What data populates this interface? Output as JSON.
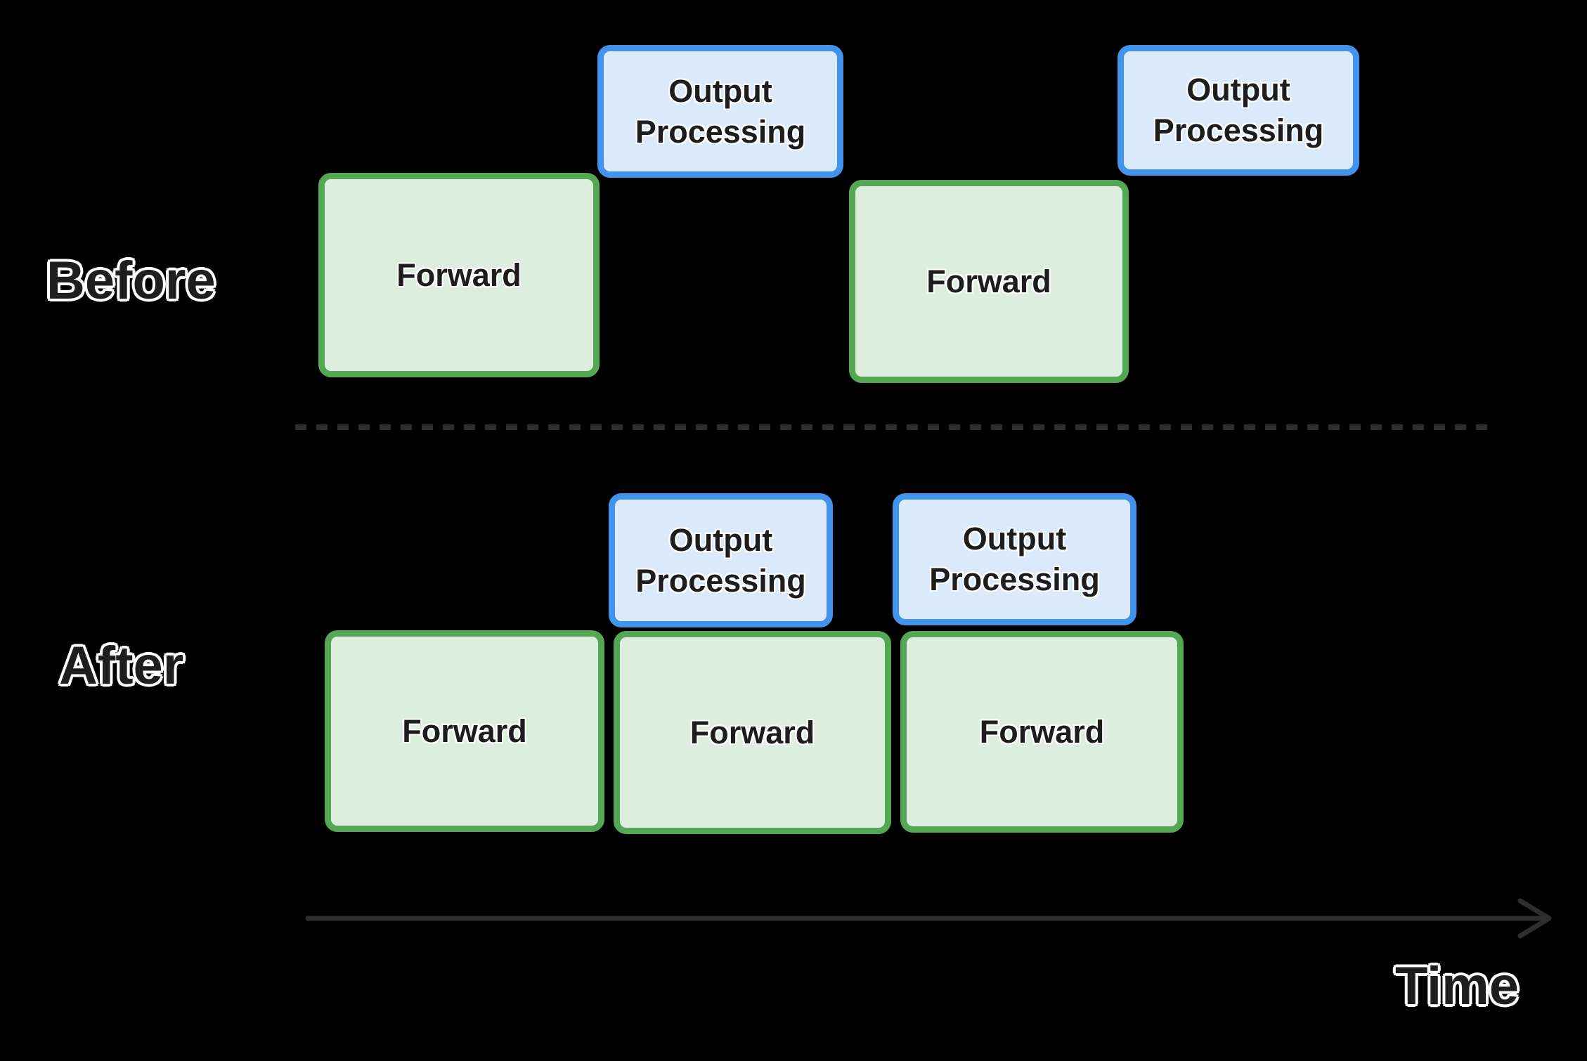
{
  "canvas": {
    "bg": "#000000"
  },
  "palette": {
    "canvas_bg": "#000000",
    "forward_fill": "#DDEDDE",
    "forward_border": "#54A854",
    "output_fill": "#DBE9FB",
    "output_border": "#4193EB",
    "box_text": "#1D1D1D",
    "label_text": "#1E1E1E",
    "label_outline": "#FFFFFF",
    "axis_color": "#2E2E2E"
  },
  "before": {
    "label": "Before",
    "blocks": [
      {
        "kind": "forward",
        "label": "Forward"
      },
      {
        "kind": "output",
        "label": "Output Processing"
      },
      {
        "kind": "forward",
        "label": "Forward"
      },
      {
        "kind": "output",
        "label": "Output Processing"
      }
    ]
  },
  "after": {
    "label": "After",
    "blocks": [
      {
        "kind": "forward",
        "label": "Forward"
      },
      {
        "kind": "output",
        "label": "Output Processing"
      },
      {
        "kind": "forward",
        "label": "Forward"
      },
      {
        "kind": "output",
        "label": "Output Processing"
      },
      {
        "kind": "forward",
        "label": "Forward"
      }
    ]
  },
  "time_axis": {
    "label": "Time"
  }
}
